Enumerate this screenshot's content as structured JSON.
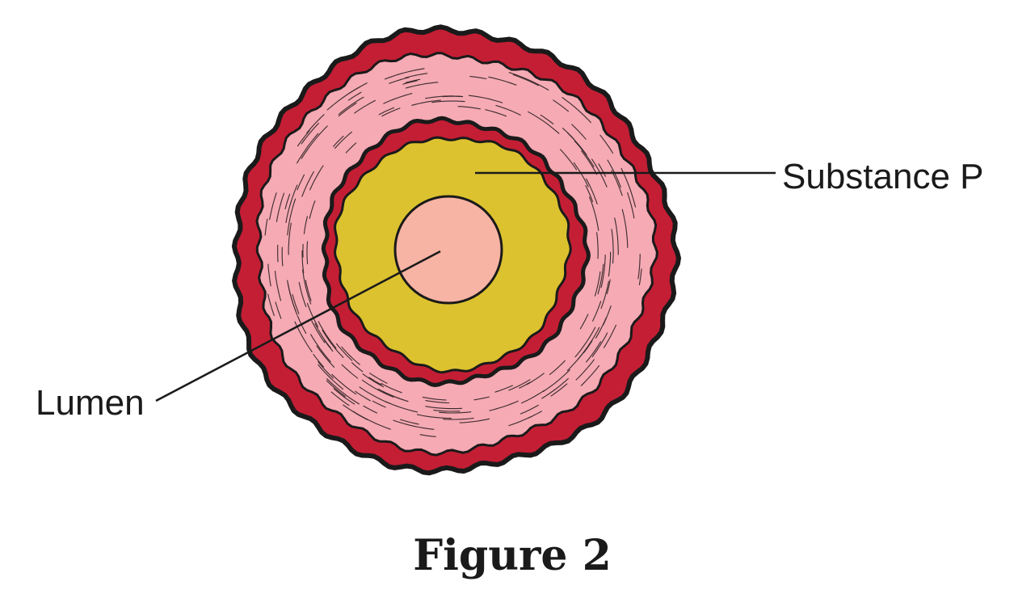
{
  "figure": {
    "caption": "Figure 2",
    "labels": {
      "substance": "Substance P",
      "lumen": "Lumen"
    }
  },
  "colors": {
    "outer_wall": "#c41e35",
    "muscle_layer": "#f5aab4",
    "inner_wall": "#c41e35",
    "plaque": "#dcc22e",
    "lumen": "#f7b3a3",
    "outline": "#1a1a1a"
  }
}
